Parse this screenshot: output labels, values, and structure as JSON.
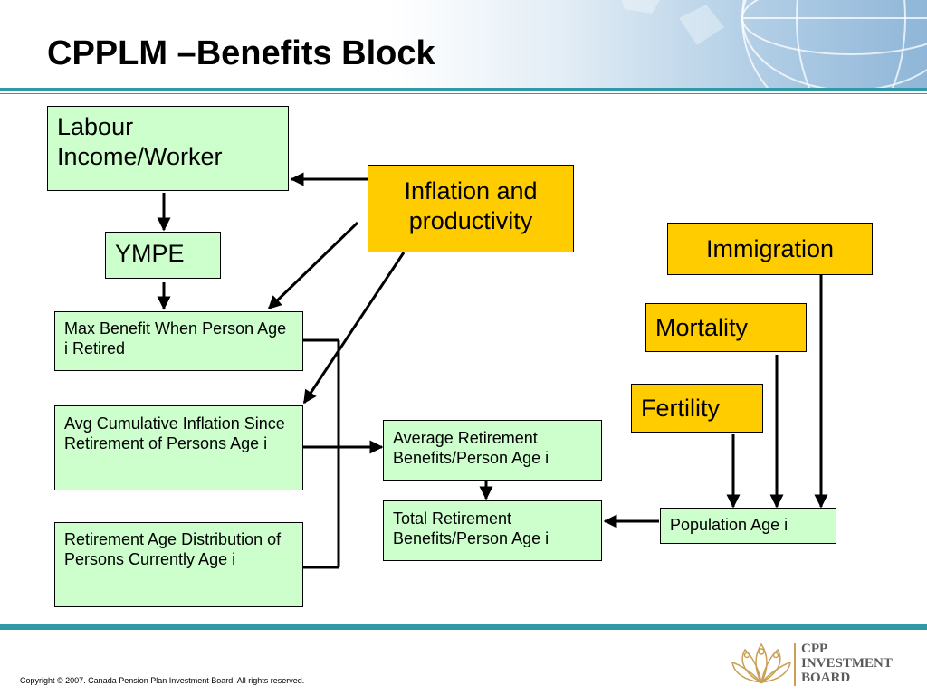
{
  "slide": {
    "title": "CPPLM –Benefits Block"
  },
  "nodes": {
    "labour_income": "Labour Income/Worker",
    "inflation": "Inflation and productivity",
    "ympe": "YMPE",
    "max_benefit": "Max Benefit When Person Age i Retired",
    "avg_inflation": "Avg Cumulative Inflation Since Retirement of Persons Age i",
    "retirement_dist": "Retirement Age Distribution of Persons Currently Age i",
    "avg_benefits": "Average Retirement Benefits/Person Age i",
    "total_benefits": "Total Retirement Benefits/Person Age i",
    "immigration": "Immigration",
    "mortality": "Mortality",
    "fertility": "Fertility",
    "population": "Population Age i"
  },
  "colors": {
    "input_box": "#ccffcc",
    "driver_box": "#ffcc00",
    "accent_rule": "#2f9aa6"
  },
  "footer": {
    "copyright": "Copyright © 2007. Canada Pension Plan Investment Board. All rights reserved.",
    "logo_line1": "CPP",
    "logo_line2": "INVESTMENT",
    "logo_line3": "BOARD"
  }
}
